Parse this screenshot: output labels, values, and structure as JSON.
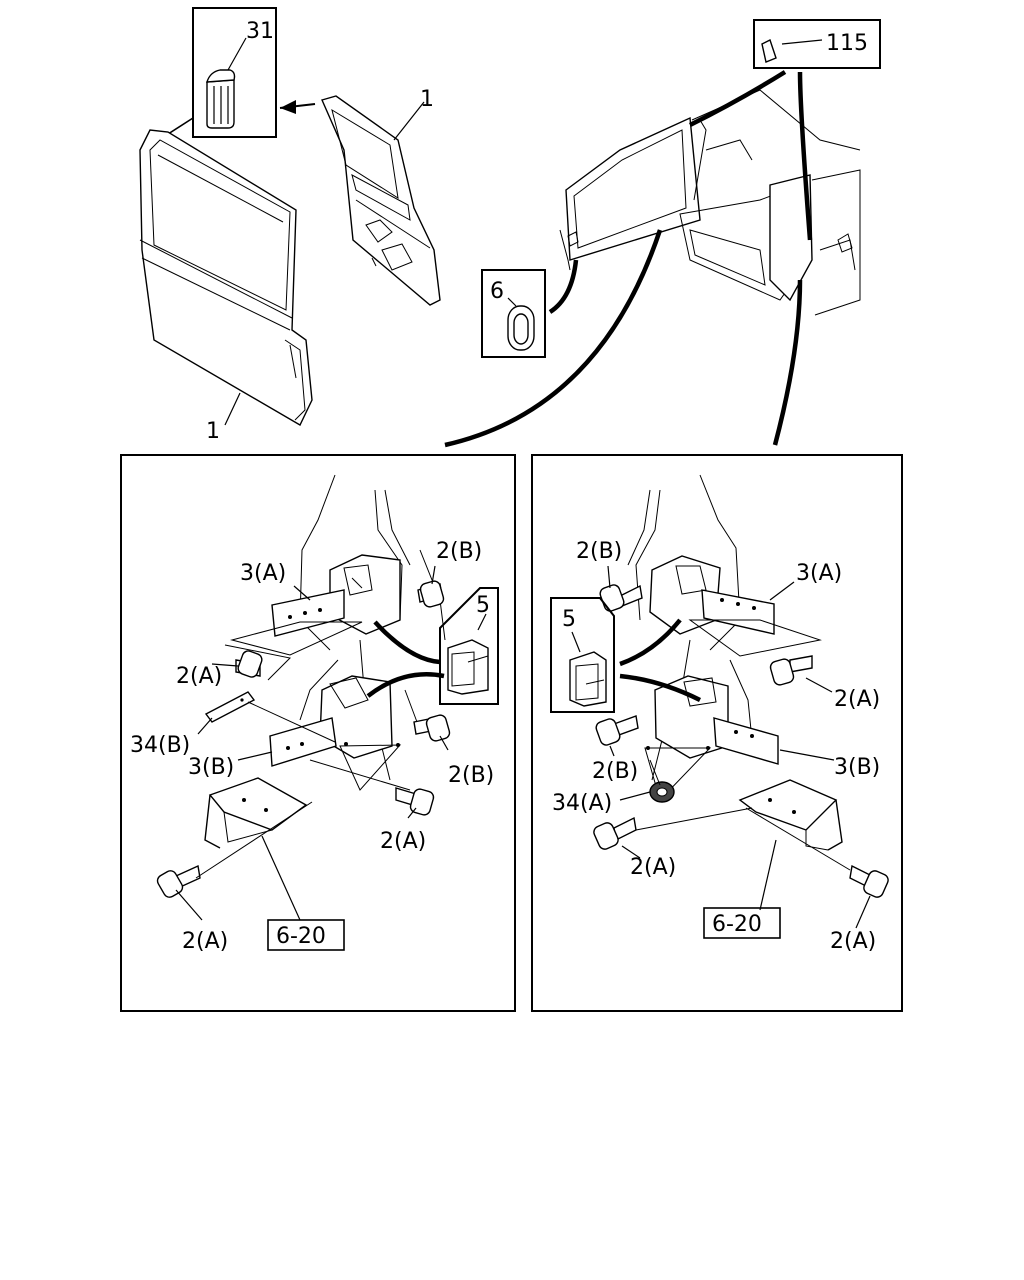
{
  "callouts": {
    "top_31": "31",
    "top_1_a": "1",
    "top_1_b": "1",
    "top_115": "115",
    "top_6": "6",
    "left_2b": "2(B)",
    "left_3a": "3(A)",
    "left_5": "5",
    "left_2a_1": "2(A)",
    "left_34b": "34(B)",
    "left_3b": "3(B)",
    "left_2b_2": "2(B)",
    "left_2a_2": "2(A)",
    "left_2a_3": "2(A)",
    "left_ref": "6-20",
    "right_2b": "2(B)",
    "right_3a": "3(A)",
    "right_5": "5",
    "right_2a_1": "2(A)",
    "right_2b_2": "2(B)",
    "right_3b": "3(B)",
    "right_34a": "34(A)",
    "right_2a_2": "2(A)",
    "right_ref": "6-20",
    "right_2a_3": "2(A)"
  },
  "icons": [
    "bolt-icon",
    "hinge-bracket-icon",
    "clip-icon",
    "plug-icon",
    "grommet-icon",
    "label-icon",
    "washer-icon"
  ]
}
